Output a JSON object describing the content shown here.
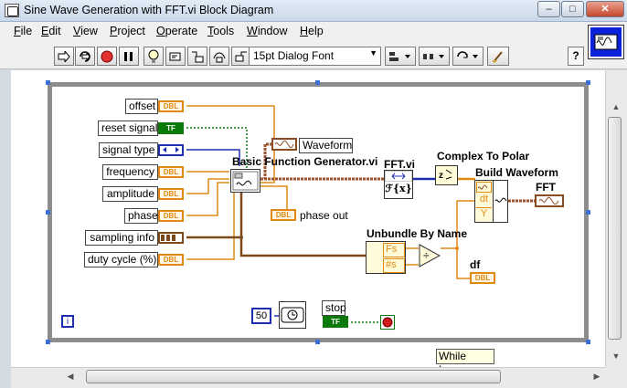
{
  "window": {
    "title": "Sine Wave Generation with FFT.vi Block Diagram",
    "controls": {
      "minimize": "–",
      "maximize": "□",
      "close": "✕"
    }
  },
  "menu": [
    {
      "prefix": "",
      "ul": "F",
      "rest": "ile"
    },
    {
      "prefix": "",
      "ul": "E",
      "rest": "dit"
    },
    {
      "prefix": "",
      "ul": "V",
      "rest": "iew"
    },
    {
      "prefix": "",
      "ul": "P",
      "rest": "roject"
    },
    {
      "prefix": "",
      "ul": "O",
      "rest": "perate"
    },
    {
      "prefix": "",
      "ul": "T",
      "rest": "ools"
    },
    {
      "prefix": "",
      "ul": "W",
      "rest": "indow"
    },
    {
      "prefix": "",
      "ul": "H",
      "rest": "elp"
    }
  ],
  "toolbar": {
    "font": "15pt Dialog Font",
    "help": "?",
    "buttons": [
      "run-arrow-icon",
      "run-continuously-icon",
      "abort-icon",
      "pause-icon",
      "highlight-execution-icon",
      "retain-wire-values-icon",
      "step-into-icon",
      "step-over-icon",
      "step-out-icon"
    ],
    "dropdowns": [
      "align-objects-icon",
      "distribute-objects-icon",
      "reorder-icon",
      "cleanup-diagram-icon"
    ]
  },
  "diagram": {
    "loop_label": "While Loop",
    "iteration": "i",
    "controls": [
      {
        "label": "offset",
        "type": "DBL"
      },
      {
        "label": "reset signal",
        "type": "TF"
      },
      {
        "label": "signal type",
        "type": "ENUM"
      },
      {
        "label": "frequency",
        "type": "DBL"
      },
      {
        "label": "amplitude",
        "type": "DBL"
      },
      {
        "label": "phase",
        "type": "DBL"
      },
      {
        "label": "sampling info",
        "type": "CLUSTER"
      },
      {
        "label": "duty cycle (%)",
        "type": "DBL"
      }
    ],
    "indicators": {
      "waveform": "Waveform",
      "phase_out": "phase out",
      "df": "df",
      "fft": "FFT",
      "stop": "stop"
    },
    "term_text": {
      "dbl": "DBL",
      "tf": "TF"
    },
    "nodes": {
      "basic_fg": "Basic Function Generator.vi",
      "fft_vi": "FFT.vi",
      "fft_symbol": "ℱ{x}",
      "complex_to_polar": "Complex To Polar",
      "build_waveform": "Build Waveform",
      "unbundle": "Unbundle By Name",
      "unbundle_fs": "Fs",
      "unbundle_ns": "#s",
      "bw_dt": "dt",
      "bw_y": "Y",
      "wait_value": "50"
    }
  },
  "colors": {
    "orange_wire": "#e08a14",
    "green_wire": "#0b7a0b",
    "blue_wire": "#1d2fb0",
    "cluster_wire": "#7a4a1a",
    "waveform_wire": "#a0522d"
  }
}
